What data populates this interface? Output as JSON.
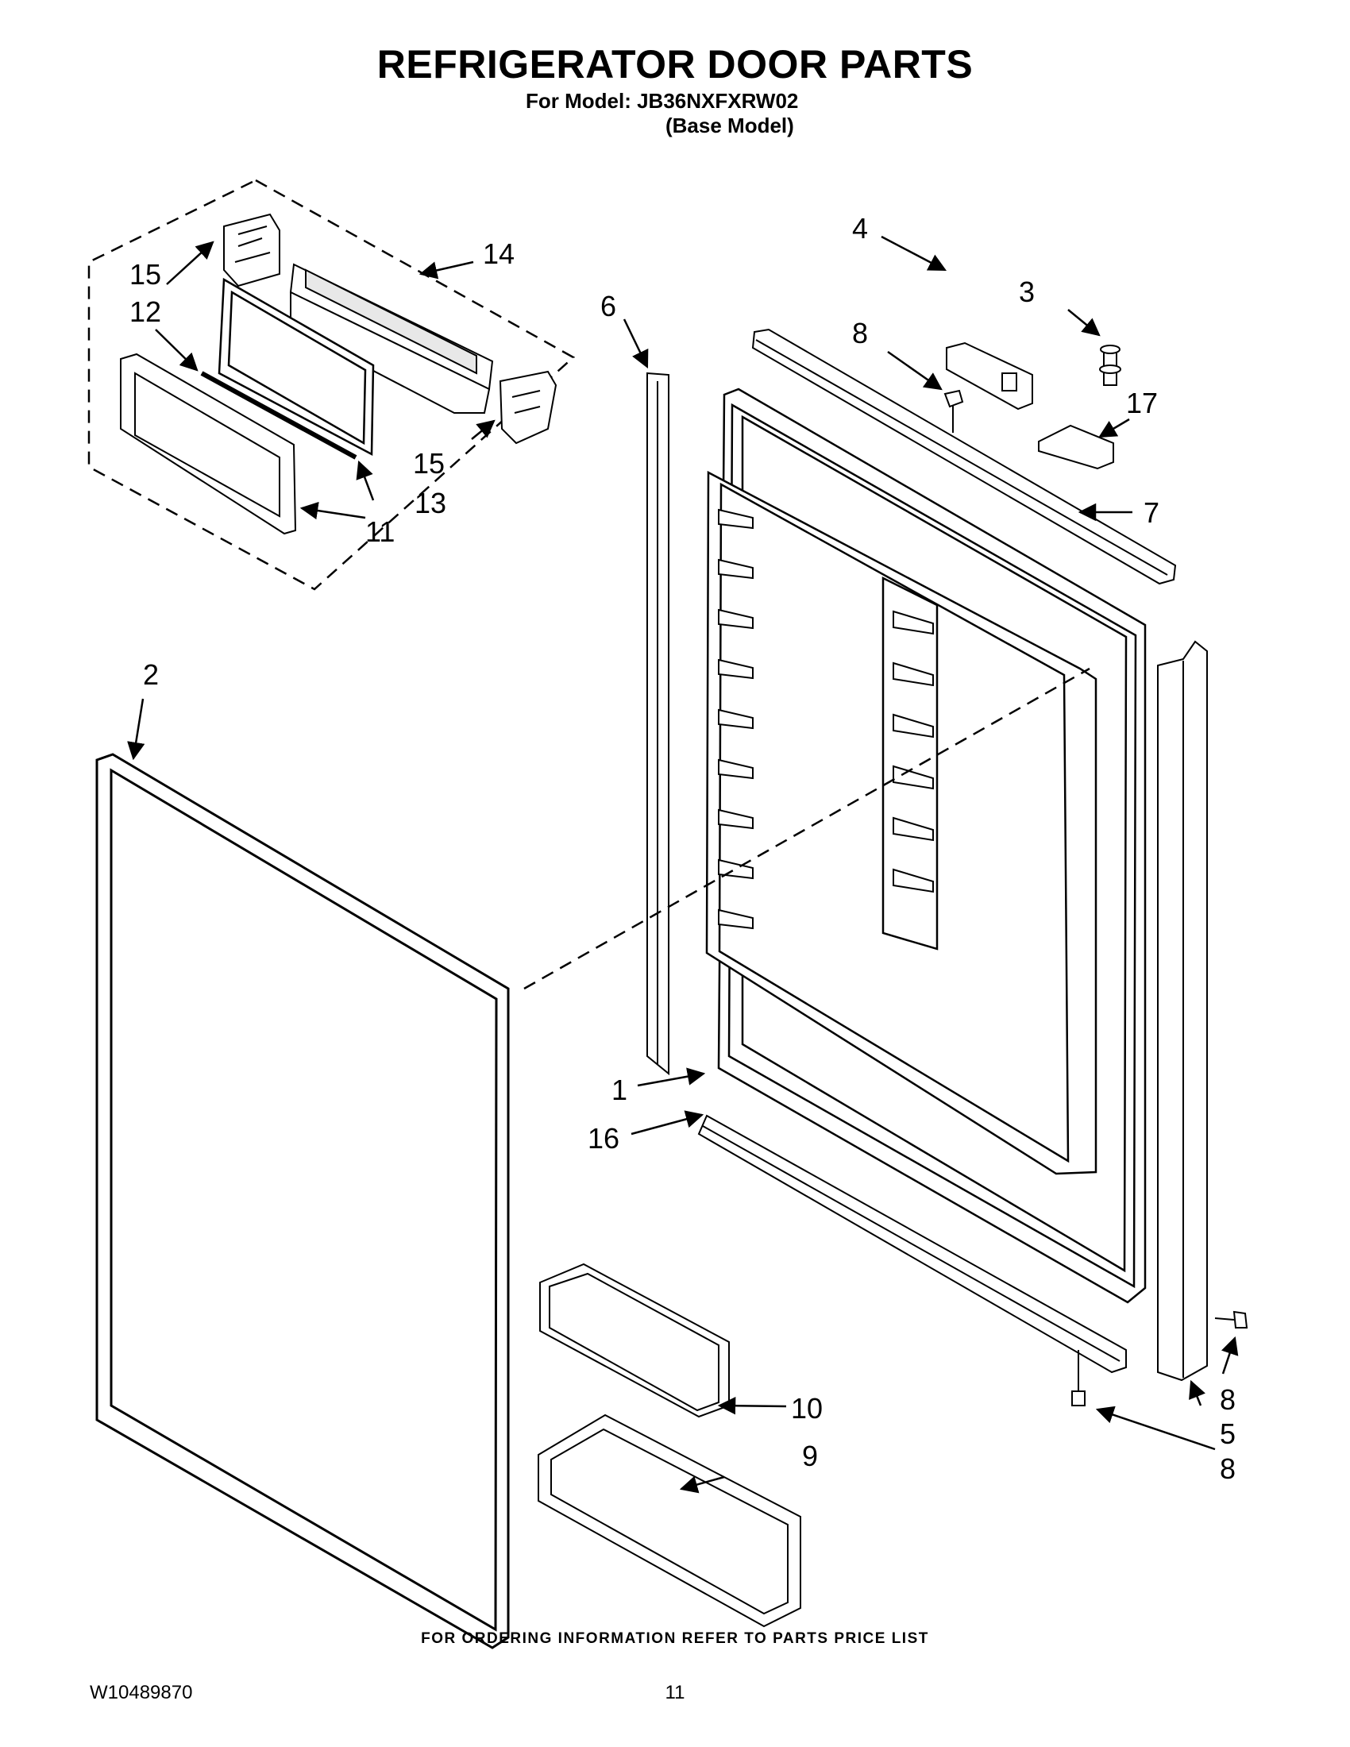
{
  "header": {
    "title": "REFRIGERATOR DOOR PARTS",
    "model_line": "For Model: JB36NXFXRW02",
    "base_model": "(Base Model)"
  },
  "callouts": {
    "c1": "1",
    "c2": "2",
    "c3": "3",
    "c4": "4",
    "c5": "5",
    "c6": "6",
    "c7": "7",
    "c8a": "8",
    "c8b": "8",
    "c8c": "8",
    "c9": "9",
    "c10": "10",
    "c11": "11",
    "c12": "12",
    "c13": "13",
    "c14": "14",
    "c15a": "15",
    "c15b": "15",
    "c16": "16",
    "c17": "17"
  },
  "footer": {
    "ordering_note": "FOR ORDERING INFORMATION REFER TO PARTS PRICE LIST",
    "doc_number": "W10489870",
    "page_number": "11"
  }
}
